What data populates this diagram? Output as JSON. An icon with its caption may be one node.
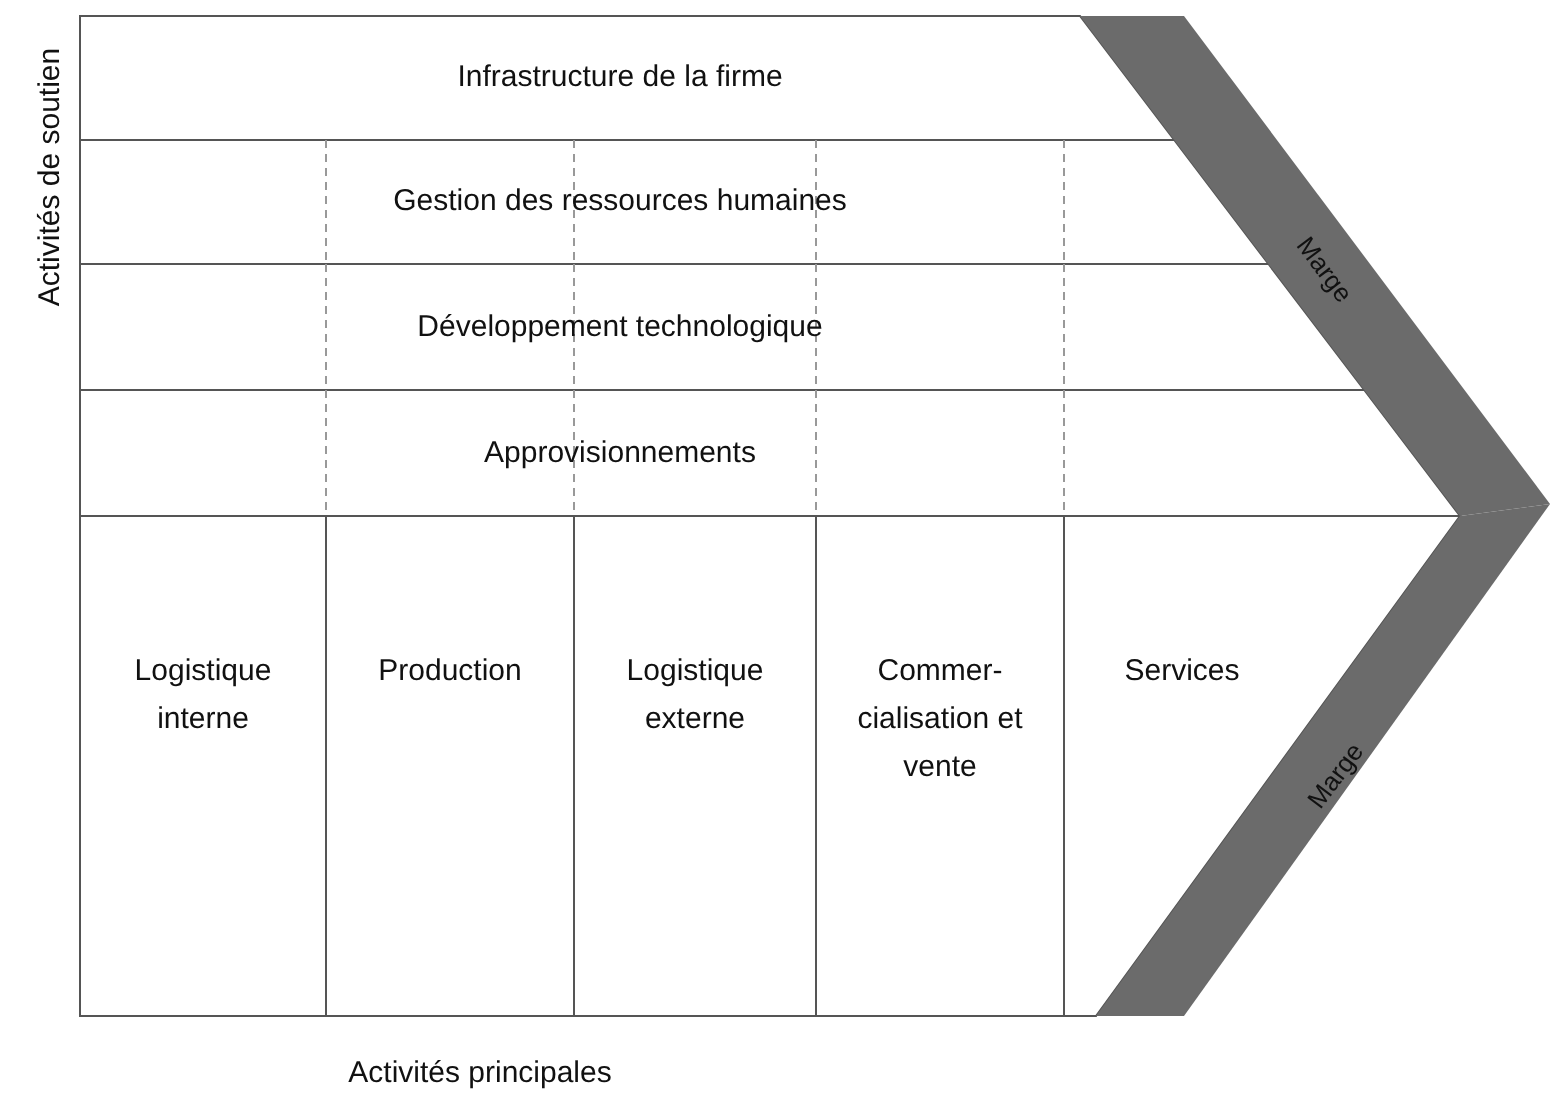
{
  "diagram": {
    "nodes": [
      {
        "text": [
          "Infrastructure de la firme"
        ]
      },
      {
        "text": [
          "Gestion des ressources humaines"
        ]
      },
      {
        "text": [
          "Développement technologique"
        ]
      },
      {
        "text": [
          "Approvisionnements"
        ]
      },
      {
        "text": [
          "Logistique interne"
        ]
      },
      {
        "text": [
          "Production"
        ]
      },
      {
        "text": [
          "Logistique externe"
        ]
      },
      {
        "text": [
          "Commer- cialisation et vente"
        ]
      },
      {
        "text": [
          "Services"
        ]
      },
      {
        "text": [
          "Marge"
        ]
      },
      {
        "text": [
          "Marge"
        ]
      }
    ],
    "labels": [
      "Activités de soutien",
      "Activités principales"
    ]
  }
}
